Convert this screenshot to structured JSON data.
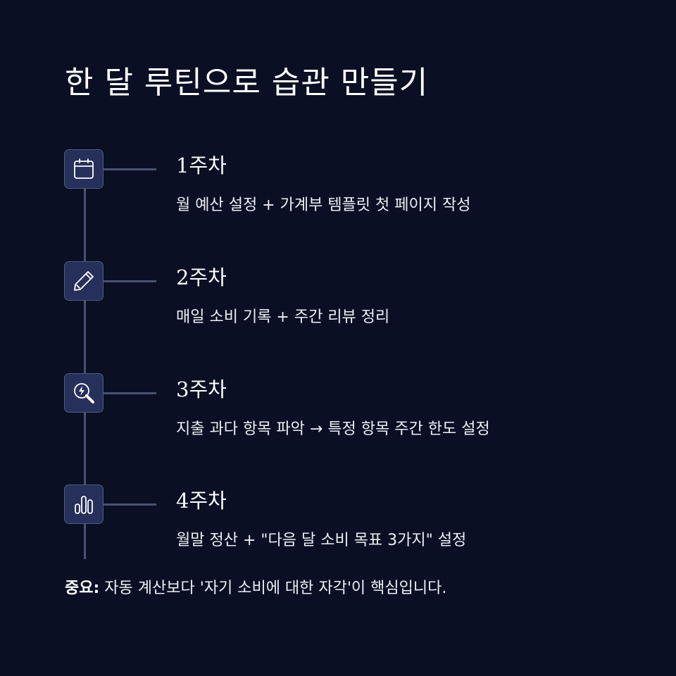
{
  "title": "한 달 루틴으로 습관 만들기",
  "steps": [
    {
      "label": "1주차",
      "description": "월 예산 설정 + 가계부 템플릿 첫 페이지 작성",
      "icon": "calendar-icon"
    },
    {
      "label": "2주차",
      "description": "매일 소비 기록 + 주간 리뷰 정리",
      "icon": "pencil-icon"
    },
    {
      "label": "3주차",
      "description": "지출 과다 항목 파악 → 특정 항목 주간 한도 설정",
      "icon": "magnifier-bolt-icon"
    },
    {
      "label": "4주차",
      "description": "월말 정산 + \"다음 달 소비 목표 3가지\" 설정",
      "icon": "bar-chart-icon"
    }
  ],
  "note": {
    "label": "중요:",
    "text": " 자동 계산보다 '자기 소비에 대한 자각'이 핵심입니다."
  },
  "colors": {
    "background": "#0a0f24",
    "icon_box": "#26305a",
    "icon_border": "#4f5a86",
    "line": "#4a5274",
    "text": "#ffffff"
  }
}
